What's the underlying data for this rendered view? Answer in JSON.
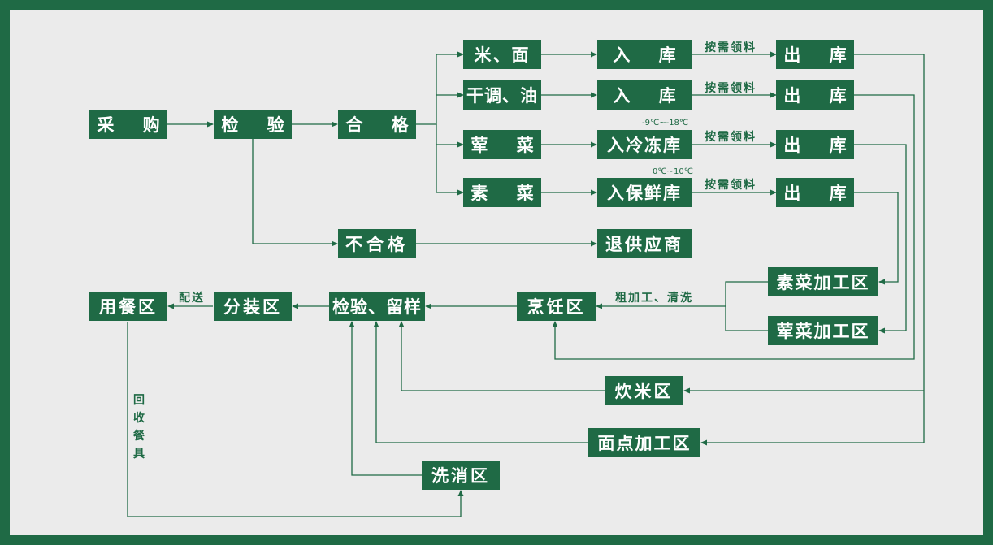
{
  "colors": {
    "frame": "#1f6a45",
    "node": "#1f6a45",
    "background": "#ebebeb",
    "node_text": "#ffffff"
  },
  "nodes": {
    "caigou": "采 购",
    "jianyan": "检 验",
    "hege": "合 格",
    "buhege": "不合格",
    "tuigongyingshang": "退供应商",
    "mimian": "米、面",
    "gantiao": "干调、油",
    "huncai": "荤 菜",
    "sucai": "素 菜",
    "ruku1": "入 库",
    "ruku2": "入 库",
    "lengdong": "入冷冻库",
    "baoxian": "入保鲜库",
    "chuku1": "出 库",
    "chuku2": "出 库",
    "chuku3": "出 库",
    "chuku4": "出 库",
    "sucai_jiagong": "素菜加工区",
    "huncai_jiagong": "荤菜加工区",
    "pengren": "烹饪区",
    "jianyan_liuyang": "检验、留样",
    "fenzhuang": "分装区",
    "yongcan": "用餐区",
    "chuimi": "炊米区",
    "miandian": "面点加工区",
    "xixiao": "洗消区"
  },
  "labels": {
    "anxu1": "按需领料",
    "anxu2": "按需领料",
    "anxu3": "按需领料",
    "anxu4": "按需领料",
    "temp_frozen": "-9℃~-18℃",
    "temp_fresh": "0℃~10℃",
    "cujiagong": "粗加工、清洗",
    "peisong": "配送",
    "huishou": "回收餐具"
  }
}
